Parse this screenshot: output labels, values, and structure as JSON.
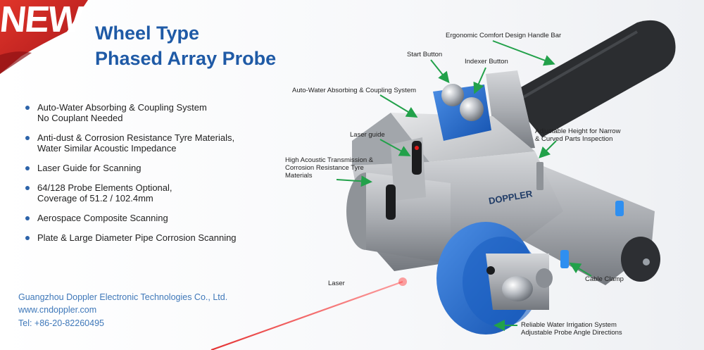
{
  "banner": {
    "badge_text": "NEW",
    "colors": {
      "ribbon": "#c8211f",
      "title": "#1f5aa6",
      "bullet": "#2c63a9",
      "company": "#3f78b9",
      "probe_blue": "#1f67c9",
      "laser": "#e11b1b"
    }
  },
  "title": {
    "line1": "Wheel Type",
    "line2": "Phased Array Probe"
  },
  "features": [
    {
      "lines": [
        "Auto-Water Absorbing & Coupling System",
        "No Couplant Needed"
      ]
    },
    {
      "lines": [
        "Anti-dust & Corrosion Resistance Tyre Materials,",
        "Water Similar Acoustic Impedance"
      ]
    },
    {
      "lines": [
        "Laser Guide for Scanning"
      ]
    },
    {
      "lines": [
        "64/128 Probe Elements Optional,",
        "Coverage of 51.2 / 102.4mm"
      ]
    },
    {
      "lines": [
        "Aerospace Composite Scanning"
      ]
    },
    {
      "lines": [
        "Plate & Large Diameter Pipe Corrosion Scanning"
      ]
    }
  ],
  "company": {
    "name": "Guangzhou Doppler Electronic Technologies Co., Ltd.",
    "website": "www.cndoppler.com",
    "phone": "Tel: +86-20-82260495"
  },
  "product": {
    "brand_label": "DOPPLER"
  },
  "callouts": {
    "handle": "Ergonomic Comfort Design Handle Bar",
    "start_button": "Start Button",
    "indexer_button": "Indexer Button",
    "auto_water": "Auto-Water Absorbing & Coupling System",
    "laser_guide": "Laser guide",
    "acoustic": [
      "High Acoustic Transmission &",
      "Corrosion Resistance Tyre",
      "Materials"
    ],
    "adjustable_height": [
      "Adjustable Height for Narrow",
      "& Curved Parts Inspection"
    ],
    "cable_clamp": "Cable Clamp",
    "laser": "Laser",
    "irrigation": [
      "Reliable Water Irrigation System",
      "Adjustable Probe Angle Directions"
    ]
  }
}
